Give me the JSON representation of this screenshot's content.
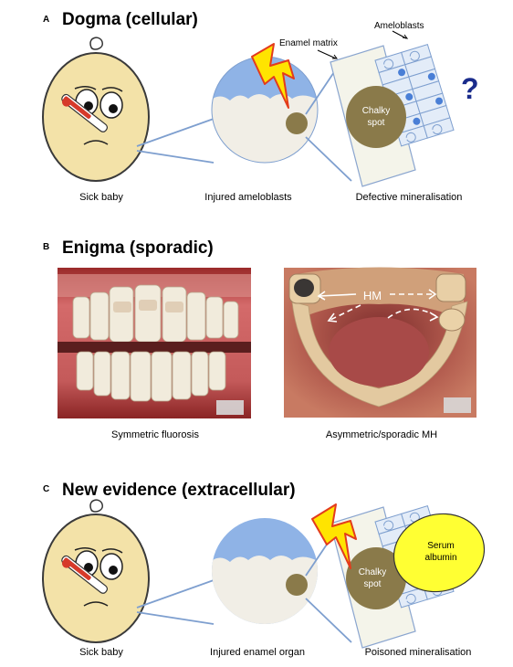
{
  "panels": [
    {
      "letter": "A",
      "title": "Dogma (cellular)",
      "callouts": {
        "ameloblasts": "Ameloblasts",
        "enamel_matrix": "Enamel matrix",
        "question": "?",
        "spot_line1": "Chalky",
        "spot_line2": "spot"
      },
      "captions": [
        "Sick baby",
        "Injured ameloblasts",
        "Defective mineralisation"
      ]
    },
    {
      "letter": "B",
      "title": "Enigma (sporadic)",
      "callouts": {
        "hm": "HM"
      },
      "captions": [
        "Symmetric fluorosis",
        "Asymmetric/sporadic MH"
      ]
    },
    {
      "letter": "C",
      "title": "New evidence (extracellular)",
      "callouts": {
        "spot_line1": "Chalky",
        "spot_line2": "spot",
        "albumin_line1": "Serum",
        "albumin_line2": "albumin"
      },
      "captions": [
        "Sick baby",
        "Injured enamel organ",
        "Poisoned mineralisation"
      ]
    }
  ],
  "colors": {
    "skin": "#f3e2a8",
    "tooth_blue": "#8fb3e6",
    "tooth_white": "#f1eee6",
    "chalky_spot": "#8a7a4a",
    "albumin": "#ffff33",
    "bolt": "#ffe400",
    "bolt_edge": "#e33b1c",
    "question": "#1a2c8c",
    "line": "#7e9fcf"
  }
}
